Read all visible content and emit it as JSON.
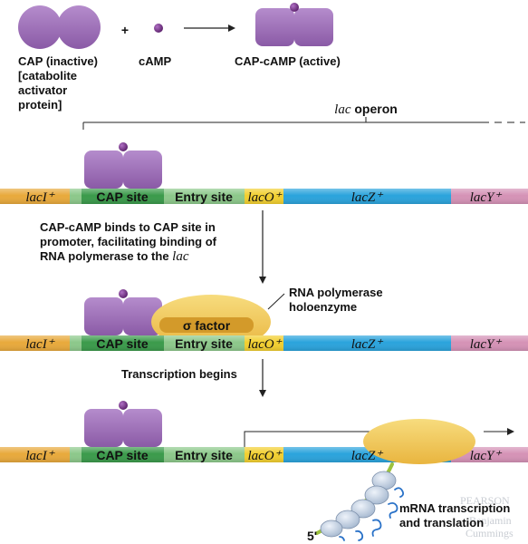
{
  "top_row": {
    "cap_inactive_label": "CAP (inactive)\n[catabolite\nactivator\nprotein]",
    "plus": "+",
    "camp_label": "cAMP",
    "cap_camp_active_label": "CAP-cAMP (active)"
  },
  "operon_bracket_label": {
    "italic": "lac",
    "plain": " operon"
  },
  "dna_segments": {
    "lacI": "lacI⁺",
    "cap_site": "CAP site",
    "entry_site": "Entry site",
    "lacO": "lacO⁺",
    "lacZ": "lacZ⁺",
    "lacY": "lacY⁺"
  },
  "step1_caption": {
    "text": "CAP-cAMP binds to CAP site in\npromoter, facilitating binding of\nRNA polymerase to the ",
    "italic_tail": "lac"
  },
  "sigma_factor": "σ factor",
  "rna_polymerase_label": "RNA polymerase\nholoenzyme",
  "transcription_begins": "Transcription begins",
  "five_prime": "5'",
  "mrna_label": "mRNA transcription\nand translation",
  "watermark": [
    "PEARSON",
    "Benjamin",
    "Cummings"
  ],
  "colors": {
    "cap_protein": "#9b6fb3",
    "camp": "#6a2a7a",
    "lacI": "#e8a93b",
    "cap_site": "#3a9a4a",
    "entry_site": "#8cc88a",
    "lacO": "#f2cf2f",
    "lacZ": "#2aa3dc",
    "lacY": "#d592b6",
    "polymerase": "#f1c95a",
    "sigma": "#d39a2a",
    "mrna": "#9cc23e"
  }
}
